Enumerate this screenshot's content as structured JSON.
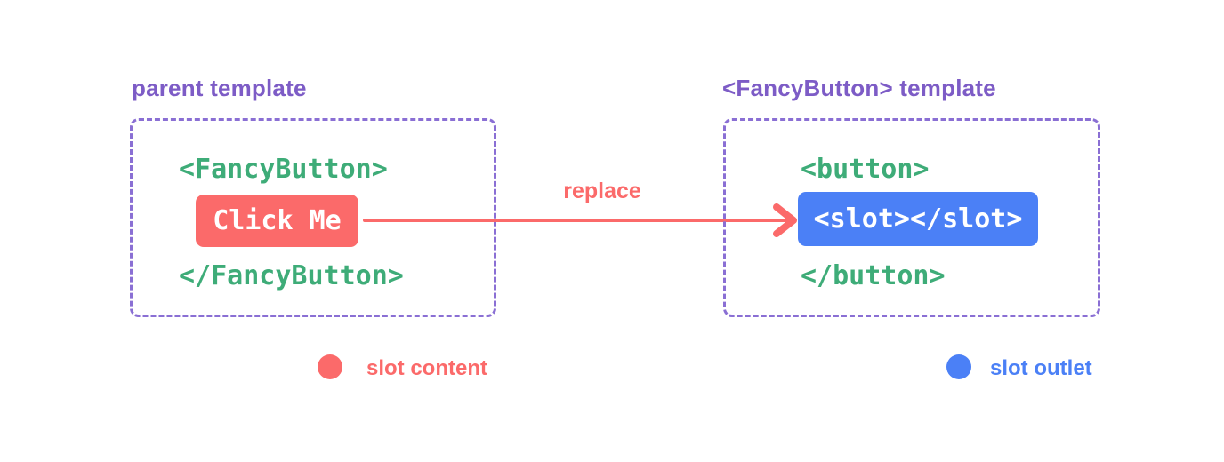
{
  "colors": {
    "red": "#fb6a6a",
    "blue": "#4b80f6",
    "green": "#3eac78",
    "purple": "#7d5cc6",
    "purple-border": "#8a6fd4",
    "white": "#ffffff",
    "bg": "#ffffff"
  },
  "left_panel": {
    "title": "parent template",
    "code_open": "<FancyButton>",
    "button_label": "Click Me",
    "code_close": "</FancyButton>"
  },
  "right_panel": {
    "title": "<FancyButton> template",
    "code_open": "<button>",
    "slot_label": "<slot></slot>",
    "code_close": "</button>"
  },
  "arrow": {
    "label": "replace"
  },
  "legend": {
    "slot_content_label": "slot content",
    "slot_outlet_label": "slot outlet"
  }
}
